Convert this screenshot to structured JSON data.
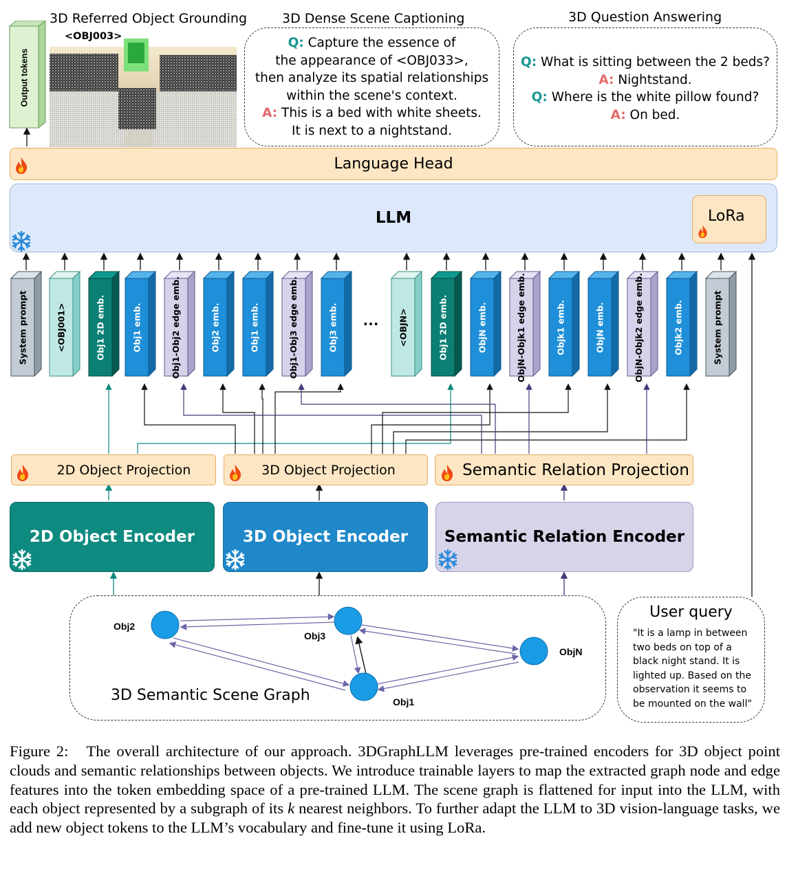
{
  "tasks": {
    "grounding": {
      "title": "3D Referred Object Grounding",
      "obj_tag": "<OBJ003>"
    },
    "captioning": {
      "title": "3D Dense Scene Captioning",
      "q_prefix": "Q:",
      "q_line1": "Capture the essence of",
      "q_line2": "the appearance of <OBJ033>,",
      "q_line3": "then analyze its spatial relationships",
      "q_line4": "within the scene's context.",
      "a_prefix": "A:",
      "a_line1": "This is a bed with white sheets.",
      "a_line2": "It is next to a nightstand."
    },
    "qa": {
      "title": "3D Question Answering",
      "q_prefix": "Q:",
      "a_prefix": "A:",
      "q1": "What is sitting between the 2 beds?",
      "a1": "Nightstand.",
      "q2": "Where is the white pillow found?",
      "a2": "On bed."
    }
  },
  "output_tokens": "Output tokens",
  "language_head": "Language Head",
  "llm": {
    "title": "LLM",
    "lora": "LoRa"
  },
  "tokens": [
    "System prompt",
    "<OBJ001>",
    "Obj1 2D emb.",
    "Obj1 emb.",
    "Obj1-Obj2 edge emb.",
    "Obj2 emb.",
    "Obj1 emb.",
    "Obj1-Obj3 edge emb.",
    "Obj3 emb.",
    "<OBJN>",
    "Obj1 2D emb.",
    "ObjN emb.",
    "ObjN-Objk1 edge emb.",
    "Objk1 emb.",
    "ObjN emb.",
    "ObjN-Objk2 edge emb.",
    "Objk2 emb.",
    "System prompt"
  ],
  "ellipsis": "...",
  "projections": {
    "p2d": "2D Object Projection",
    "p3d": "3D Object Projection",
    "psem": "Semantic Relation Projection"
  },
  "encoders": {
    "e2d": "2D Object Encoder",
    "e3d": "3D Object Encoder",
    "esem": "Semantic Relation Encoder"
  },
  "scene_graph": {
    "title": "3D Semantic Scene Graph",
    "nodes": [
      "Obj2",
      "Obj3",
      "ObjN",
      "Obj1"
    ]
  },
  "user_query": {
    "title": "User query",
    "text": "\"It is a lamp in between two beds on top of a black night stand.  It is lighted up. Based on the observation it seems to be mounted on the wall\""
  },
  "caption": {
    "label": "Figure 2:",
    "text_a": "The overall architecture of our approach. 3DGraphLLM leverages pre-trained encoders for 3D object point clouds and semantic relationships between objects. We introduce trainable layers to map the extracted graph node and edge features into the token embedding space of a pre-trained LLM. The scene graph is flattened for input into the LLM, with each object represented by a subgraph of its",
    "k": "k",
    "text_b": "nearest neighbors. To further adapt the LLM to 3D vision-language tasks, we add new object tokens to the LLM’s vocabulary and fine-tune it using LoRa."
  },
  "colors": {
    "teal_dark": "#0e8a80",
    "blue_3d": "#1f88c9",
    "lavender": "#d7d4ea",
    "orange_fill": "#fde6c4",
    "llm_fill": "#dde9fa",
    "node": "#1a9be6",
    "q_color": "#17958f",
    "a_color": "#e46a6a"
  }
}
